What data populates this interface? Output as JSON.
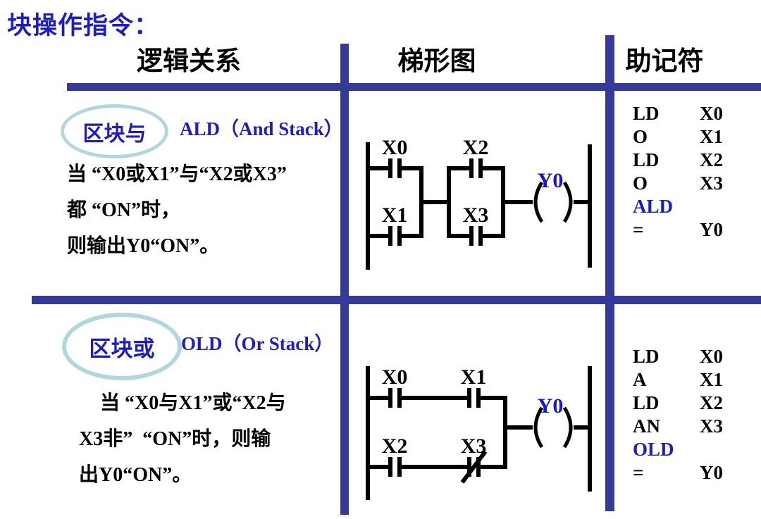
{
  "title": "块操作指令：",
  "table": {
    "headers": [
      "逻辑关系",
      "梯形图",
      "助记符"
    ]
  },
  "rows": [
    {
      "tag": "区块与",
      "instruction": "ALD（And Stack）",
      "desc_lines": [
        "当 “X0或X1”与“X2或X3”",
        "都 “ON”时，",
        "则输出Y0“ON”。"
      ],
      "ladder": {
        "structure": "parallel block (X0∥X1) in series with parallel block (X2∥X3) driving output coil",
        "contact_labels": [
          "X0",
          "X1",
          "X2",
          "X3"
        ],
        "output_label": "Y0"
      },
      "mnemonics": [
        {
          "op": "LD",
          "arg": "X0"
        },
        {
          "op": "O",
          "arg": "X1"
        },
        {
          "op": "LD",
          "arg": "X2"
        },
        {
          "op": "O",
          "arg": "X3"
        },
        {
          "op": "ALD",
          "arg": ""
        },
        {
          "op": "=",
          "arg": "Y0"
        }
      ]
    },
    {
      "tag": "区块或",
      "instruction": "OLD（Or Stack）",
      "desc_lines": [
        "当 “X0与X1”或“X2与",
        "X3非”  “ON”时，则输",
        "出Y0“ON”。"
      ],
      "ladder": {
        "structure": "series rung (X0·X1) in parallel with series rung (X2·X3 normally-closed) driving output coil",
        "contact_labels": [
          "X0",
          "X1",
          "X2",
          "X3"
        ],
        "nc_contact": "X3",
        "output_label": "Y0"
      },
      "mnemonics": [
        {
          "op": "LD",
          "arg": "X0"
        },
        {
          "op": "A",
          "arg": "X1"
        },
        {
          "op": "LD",
          "arg": "X2"
        },
        {
          "op": "AN",
          "arg": "X3"
        },
        {
          "op": "OLD",
          "arg": ""
        },
        {
          "op": "=",
          "arg": "Y0"
        }
      ]
    }
  ],
  "colors": {
    "accent_blue": "#1c1ccd",
    "grid_line": "#333a99",
    "ellipse_stroke": "#b0d7dd",
    "ladder_black": "#000000"
  }
}
